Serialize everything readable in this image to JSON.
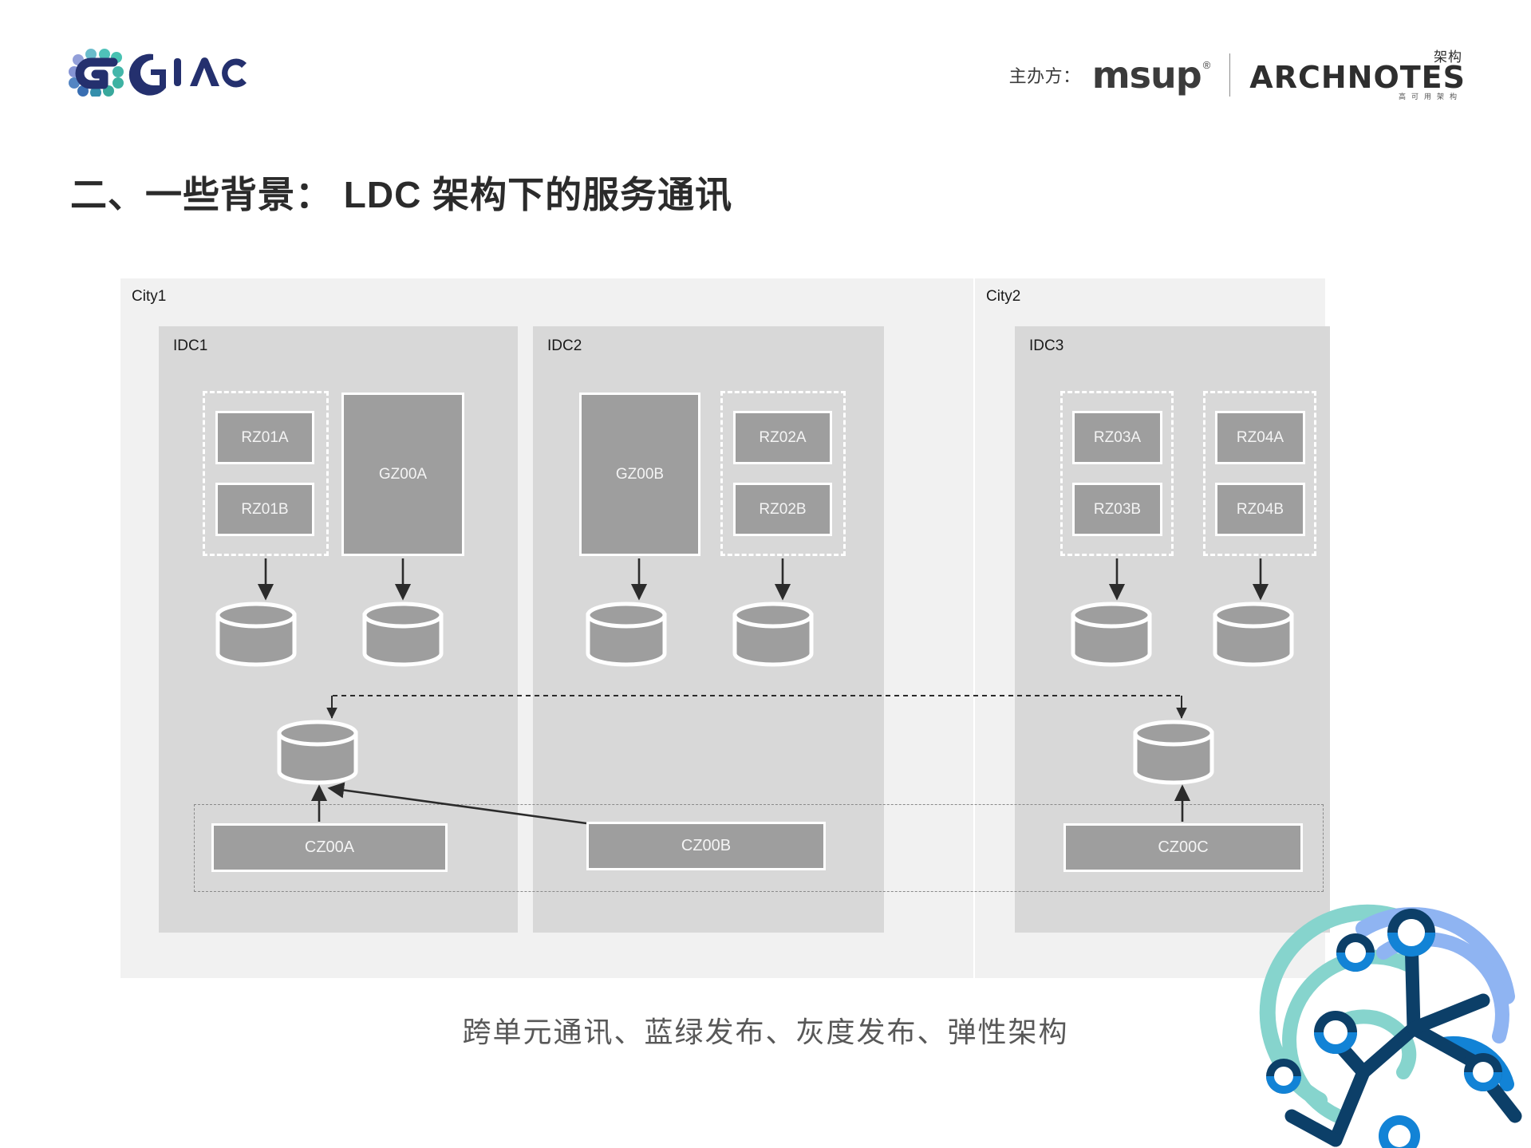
{
  "header": {
    "logo_name": "GIAC",
    "logo_text": "GIAC",
    "sponsor_label": "主办方：",
    "msup_text": "msup",
    "msup_reg": "®",
    "archnotes_cn_top": "架构",
    "archnotes_main": "ARCHNOTES",
    "archnotes_sub": "高可用架构"
  },
  "title": "二、一些背景： LDC 架构下的服务通讯",
  "caption": "跨单元通讯、蓝绿发布、灰度发布、弹性架构",
  "colors": {
    "city_bg": "#f1f1f1",
    "idc_bg": "#d8d8d8",
    "node_fill": "#9e9e9e",
    "node_border": "#ffffff",
    "node_text": "#f4f4f4",
    "arrow": "#2b2b2b",
    "dashed_group": "#ffffff",
    "dashed_cz": "#8a8a8a",
    "caption_text": "#585858",
    "deco_navy": "#0c3f68",
    "deco_blue": "#1283d6",
    "deco_lightblue": "#8fb4f2",
    "deco_teal": "#86d4cd"
  },
  "diagram": {
    "cities": [
      {
        "id": "city1",
        "label": "City1"
      },
      {
        "id": "city2",
        "label": "City2"
      }
    ],
    "idcs": [
      {
        "id": "idc1",
        "label": "IDC1",
        "city": "city1"
      },
      {
        "id": "idc2",
        "label": "IDC2",
        "city": "city1"
      },
      {
        "id": "idc3",
        "label": "IDC3",
        "city": "city2"
      }
    ],
    "nodes": {
      "rz01a": "RZ01A",
      "rz01b": "RZ01B",
      "gz00a": "GZ00A",
      "gz00b": "GZ00B",
      "rz02a": "RZ02A",
      "rz02b": "RZ02B",
      "rz03a": "RZ03A",
      "rz03b": "RZ03B",
      "rz04a": "RZ04A",
      "rz04b": "RZ04B",
      "cz00a": "CZ00A",
      "cz00b": "CZ00B",
      "cz00c": "CZ00C"
    },
    "databases_count": 8,
    "center_databases_count": 2,
    "connections": [
      {
        "from": "rz01-group",
        "to": "db1",
        "style": "solid-arrow"
      },
      {
        "from": "gz00a",
        "to": "db2",
        "style": "solid-arrow"
      },
      {
        "from": "gz00b",
        "to": "db3",
        "style": "solid-arrow"
      },
      {
        "from": "rz02-group",
        "to": "db4",
        "style": "solid-arrow"
      },
      {
        "from": "rz03-group",
        "to": "db5",
        "style": "solid-arrow"
      },
      {
        "from": "rz04-group",
        "to": "db6",
        "style": "solid-arrow"
      },
      {
        "from": "cdb-left",
        "to": "cdb-right",
        "style": "dashed-bidirectional"
      },
      {
        "from": "cz00a",
        "to": "cdb-left",
        "style": "solid-arrow"
      },
      {
        "from": "cz00b",
        "to": "cdb-left",
        "style": "solid-arrow"
      },
      {
        "from": "cz00c",
        "to": "cdb-right",
        "style": "solid-arrow"
      }
    ]
  }
}
